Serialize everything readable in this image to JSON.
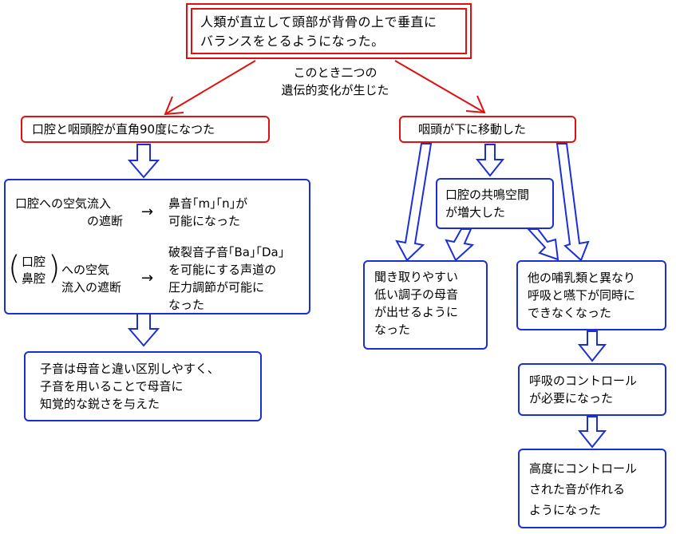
{
  "title": {
    "line1": "人類が直立して頭部が背骨の上で垂直に",
    "line2": "バランスをとるようになった。"
  },
  "caption": {
    "line1": "このとき二つの",
    "line2": "遺伝的変化が生じた"
  },
  "left_header": "口腔と咽頭腔が直角90度になつた",
  "right_header": "咽頭が下に移動した",
  "left_detail": {
    "row1": {
      "cause_line1": "口腔への空気流入",
      "cause_line2": "の遮断",
      "arrow": "→",
      "effect_line1": "鼻音｢m｣｢n｣が",
      "effect_line2": "可能になった"
    },
    "row2": {
      "paren_top": "口腔",
      "paren_bottom": "鼻腔",
      "cause_line1": "への空気",
      "cause_line2": "流入の遮断",
      "arrow": "→",
      "effect_line1": "破裂音子音｢Ba｣｢Da｣",
      "effect_line2": "を可能にする声道の",
      "effect_line3": "圧力調節が可能に",
      "effect_line4": "なった"
    }
  },
  "left_result": {
    "line1": "子音は母音と違い区別しやすく、",
    "line2": "子音を用いることで母音に",
    "line3": "知覚的な鋭さを与えた"
  },
  "oral_resonance": {
    "line1": "口腔の共鳴空間",
    "line2": "が増大した"
  },
  "vowel_result": {
    "line1": "聞き取りやすい",
    "line2": "低い調子の母音",
    "line3": "が出せるように",
    "line4": "なった"
  },
  "mammal_box": {
    "line1": "他の哺乳類と異なり",
    "line2": "呼吸と嚥下が同時に",
    "line3": "できなくなった"
  },
  "breath_box": {
    "line1": "呼吸のコントロール",
    "line2": "が必要になった"
  },
  "final_box": {
    "line1": "高度にコントロール",
    "line2": "された音が作れる",
    "line3": "ようになった"
  }
}
